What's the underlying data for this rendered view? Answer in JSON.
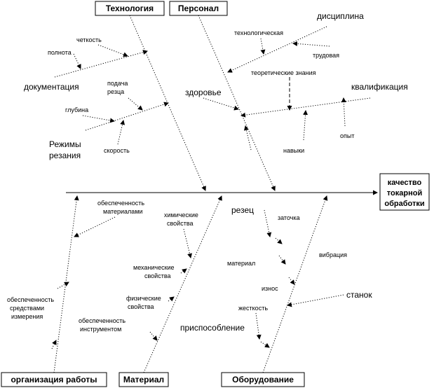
{
  "effect": [
    "качество",
    "токарной",
    "обработки"
  ],
  "categories": {
    "technology": "Технология",
    "personnel": "Персонал",
    "organization": "организация работы",
    "material": "Материал",
    "equipment": "Оборудование"
  },
  "technology": {
    "documentation": "документация",
    "completeness": "полнота",
    "clarity": "четкость",
    "cutting_modes": [
      "Режимы",
      "резания"
    ],
    "depth": "глубина",
    "feed": [
      "подача",
      "резца"
    ],
    "speed": "скорость"
  },
  "personnel": {
    "discipline": "дисциплина",
    "technological": "технологическая",
    "labor": "трудовая",
    "theory": "теоретические знания",
    "qualification": "квалификация",
    "health": "здоровье",
    "skills": "навыки",
    "experience": "опыт"
  },
  "organization": {
    "materials_supply": [
      "обеспеченность",
      "материалами"
    ],
    "measuring_supply": [
      "обеспеченность",
      "средствами",
      "измерения"
    ]
  },
  "material": {
    "chemical": [
      "химические",
      "свойства"
    ],
    "mechanical": [
      "механические",
      "свойства"
    ],
    "physical": [
      "физические",
      "свойства"
    ],
    "tool_supply": [
      "обеспеченность",
      "инструментом"
    ]
  },
  "equipment": {
    "cutter": "резец",
    "sharpening": "заточка",
    "material": "материал",
    "wear": "износ",
    "rigidity": "жесткость",
    "fixture": "приспособление",
    "vibration": "вибрация",
    "machine": "станок"
  }
}
